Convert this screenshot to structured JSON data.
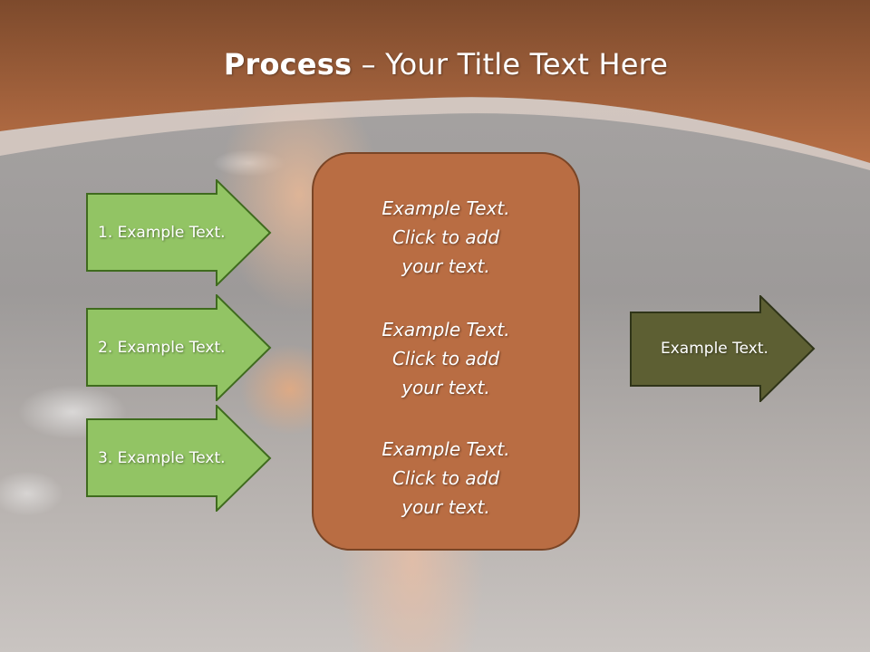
{
  "title": {
    "bold": "Process",
    "rest": " – Your Title Text Here"
  },
  "inputs": [
    {
      "label": "1. Example Text."
    },
    {
      "label": "2. Example Text."
    },
    {
      "label": "3. Example Text."
    }
  ],
  "center_box": {
    "paragraphs": [
      {
        "lines": [
          "Example Text.",
          "Click  to add",
          "your text."
        ]
      },
      {
        "lines": [
          "Example Text.",
          "Click  to add",
          "your text."
        ]
      },
      {
        "lines": [
          "Example Text.",
          "Click  to add",
          "your text."
        ]
      }
    ]
  },
  "output": {
    "label": "Example Text."
  },
  "colors": {
    "header_top": "#7d4a2c",
    "header_bottom": "#b97046",
    "arrow_green": "#92c464",
    "arrow_green_border": "#3f6b1e",
    "output_olive": "#5d5f33",
    "output_border": "#2f3418",
    "box_fill": "#b96d43",
    "box_border": "#7a4526"
  }
}
